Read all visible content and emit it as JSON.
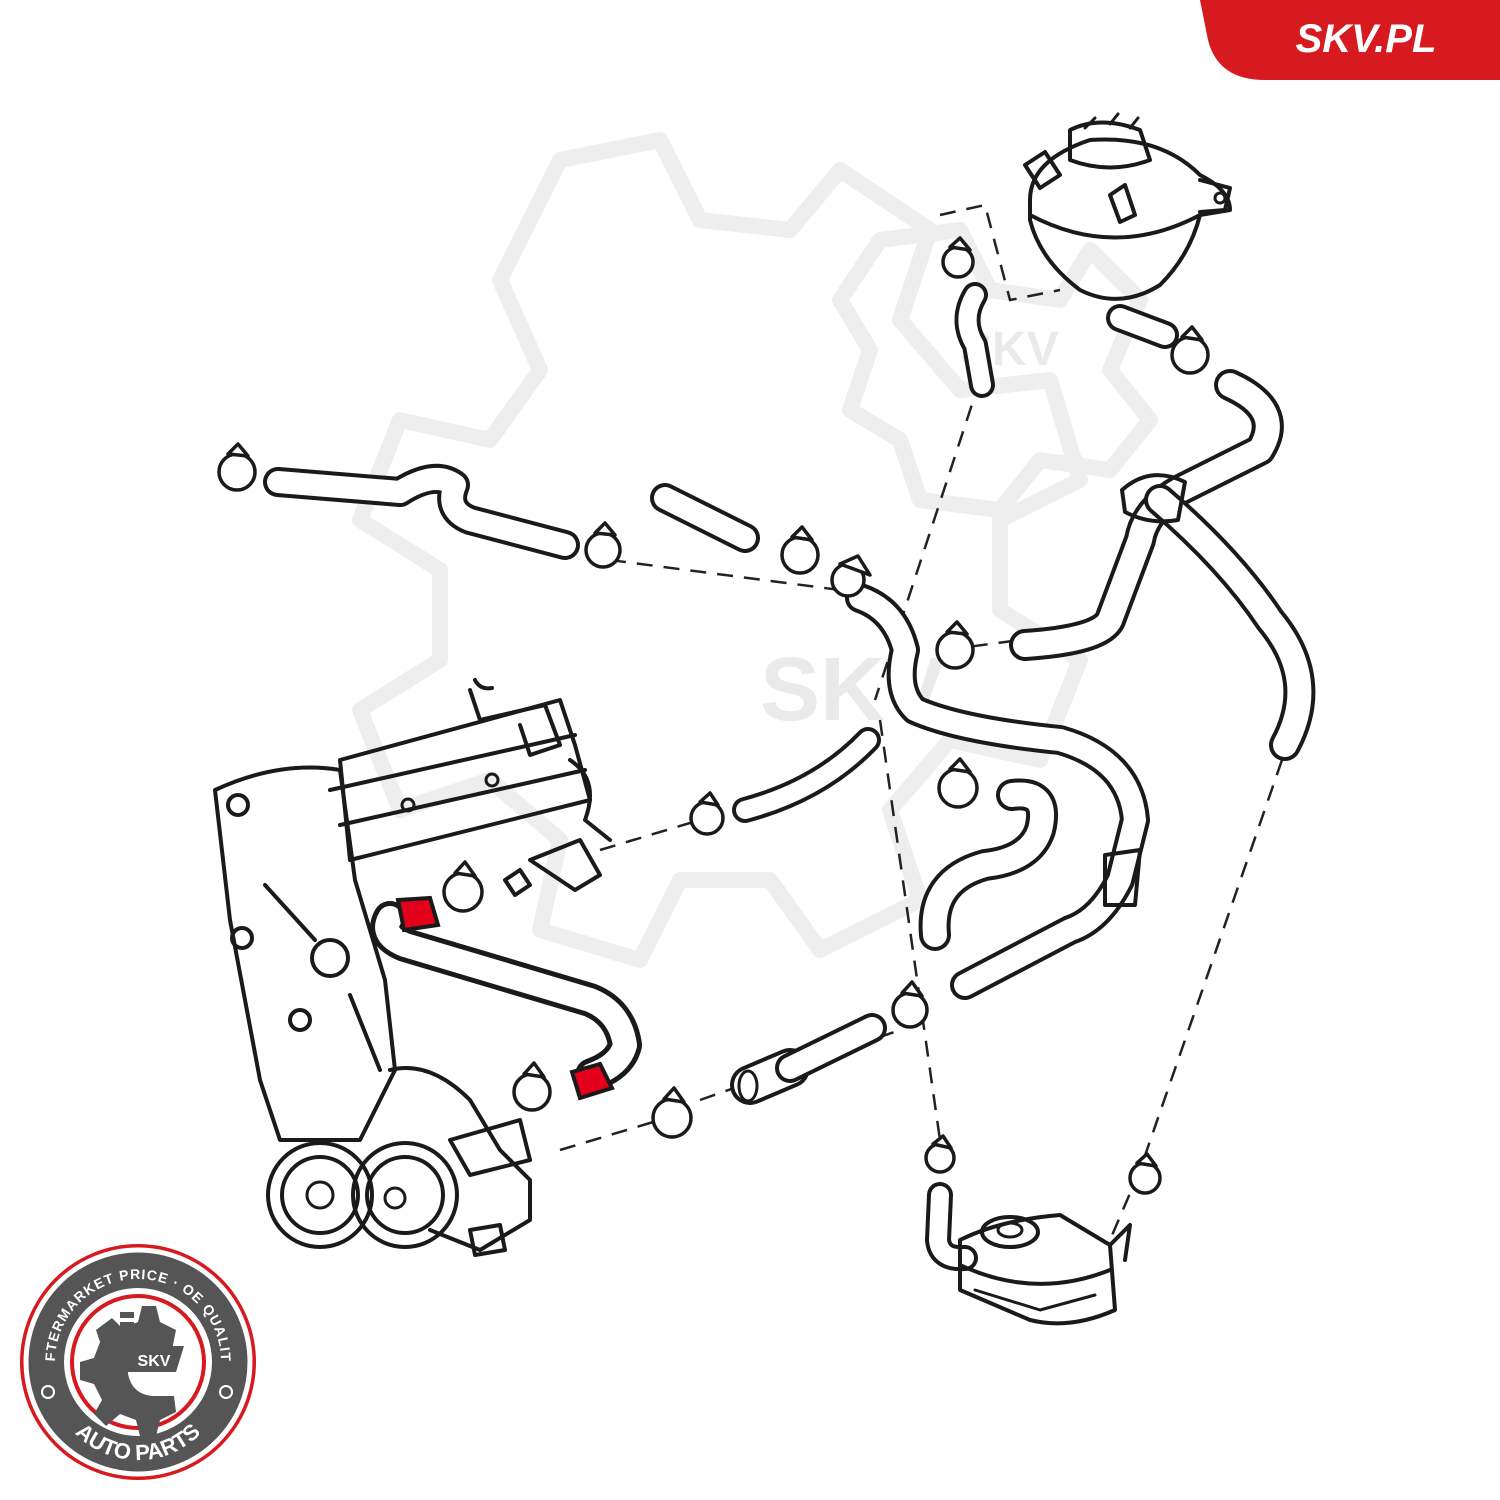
{
  "brand": {
    "tab_label": "SKV.PL",
    "tab_color": "#d71920"
  },
  "watermark": {
    "label": "SKV",
    "color": "#eeeeee"
  },
  "seal": {
    "top_text": "AFTERMARKET PRICE · OE QUALITY",
    "bottom_text": "AUTO PARTS",
    "center_text": "SKV",
    "ring_color": "#555555",
    "accent_color": "#d71920",
    "icon": "gear-icon"
  },
  "highlight": {
    "part": "highlighted-coolant-hose",
    "color": "#e3001b"
  },
  "line_color": "#1a1a1a"
}
